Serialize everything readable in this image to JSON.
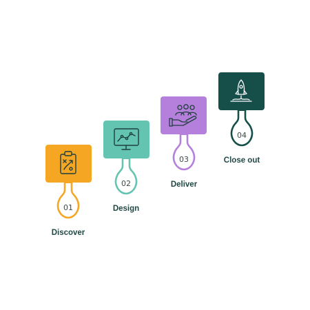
{
  "steps": [
    {
      "number": "01",
      "label": "Discover",
      "color": "#f5a623",
      "icon": "strategy-board-icon"
    },
    {
      "number": "02",
      "label": "Design",
      "color": "#63c4b2",
      "icon": "monitor-chart-icon"
    },
    {
      "number": "03",
      "label": "Deliver",
      "color": "#b57fdc",
      "icon": "hand-people-icon"
    },
    {
      "number": "04",
      "label": "Close out",
      "color": "#164f4a",
      "icon": "rocket-icon"
    }
  ],
  "colors": {
    "text": "#1f4844",
    "number_text": "#3d4a48",
    "icon_stroke": "#1f3f3c"
  }
}
